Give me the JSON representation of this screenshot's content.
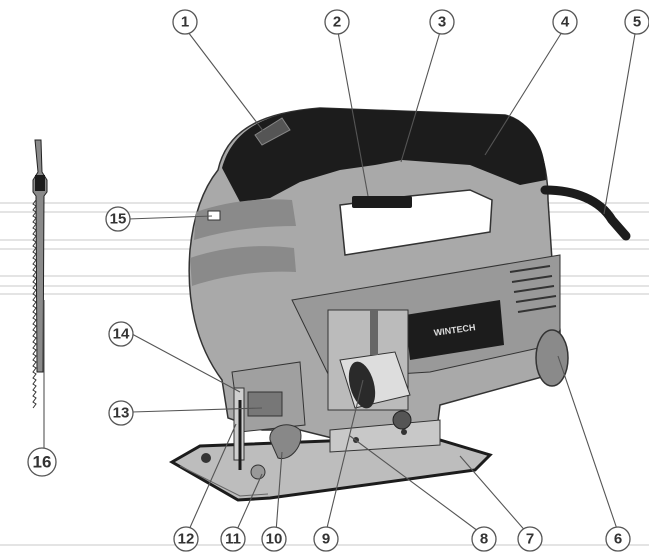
{
  "colors": {
    "body_grey": "#a9a9a9",
    "body_dark": "#8a8a8a",
    "top_black": "#1c1c1c",
    "label_fill": "#ffffff",
    "label_stroke": "#555555"
  },
  "callouts": [
    {
      "id": "1",
      "label": "1"
    },
    {
      "id": "2",
      "label": "2"
    },
    {
      "id": "3",
      "label": "3"
    },
    {
      "id": "4",
      "label": "4"
    },
    {
      "id": "5",
      "label": "5"
    },
    {
      "id": "6",
      "label": "6"
    },
    {
      "id": "7",
      "label": "7"
    },
    {
      "id": "8",
      "label": "8"
    },
    {
      "id": "9",
      "label": "9"
    },
    {
      "id": "10",
      "label": "10"
    },
    {
      "id": "11",
      "label": "11"
    },
    {
      "id": "12",
      "label": "12"
    },
    {
      "id": "13",
      "label": "13"
    },
    {
      "id": "14",
      "label": "14"
    },
    {
      "id": "15",
      "label": "15"
    },
    {
      "id": "16",
      "label": "16"
    }
  ],
  "logo_text": "WINTECH"
}
